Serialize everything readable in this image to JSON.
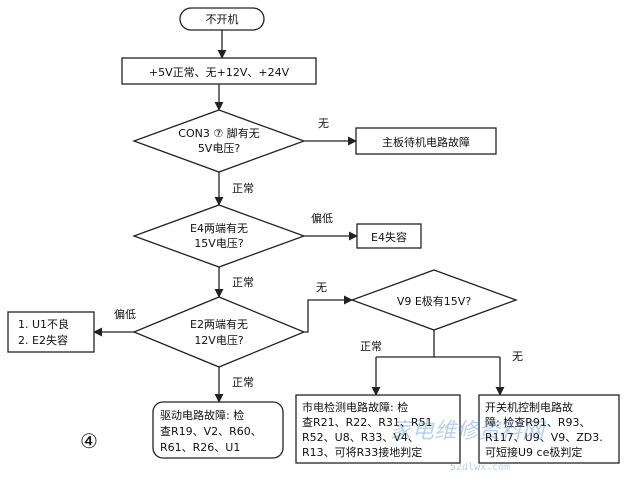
{
  "diagram": {
    "start": "不开机",
    "step1": "+5V正常、无+12V、+24V",
    "decision1": [
      "CON3 ⑦ 脚有无",
      "5V电压?"
    ],
    "decision1_no_label": "无",
    "result_standby": "主板待机电路故障",
    "decision1_yes_label": "正常",
    "decision2": [
      "E4两端有无",
      "15V电压?"
    ],
    "decision2_low_label": "偏低",
    "result_e4": "E4失容",
    "decision2_yes_label": "正常",
    "decision3": [
      "E2两端有无",
      "12V电压?"
    ],
    "decision3_low_label": "偏低",
    "result_u1_e2": [
      "1. U1不良",
      "2. E2失容"
    ],
    "decision3_no_label": "无",
    "decision4": "V9 E极有15V?",
    "decision4_yes_label": "正常",
    "decision4_no_label": "无",
    "decision3_yes_label": "正常",
    "result_drive": [
      "驱动电路故障: 检",
      "查R19、V2、R60、",
      "R61、R26、U1"
    ],
    "result_mains": [
      "市电检测电路故障: 检",
      "查R21、R22、R31、R51",
      "R52、U8、R33、V4、",
      "R13、可将R33接地判定"
    ],
    "result_switch": [
      "开关机控制电路故",
      "障: 检查R91、R93、",
      "R117、U9、V9、ZD3.",
      "可短接U9 ce极判定"
    ],
    "figure_number": "④",
    "watermark": "家电维修资料网",
    "watermark_url": "52dlwx.com"
  }
}
